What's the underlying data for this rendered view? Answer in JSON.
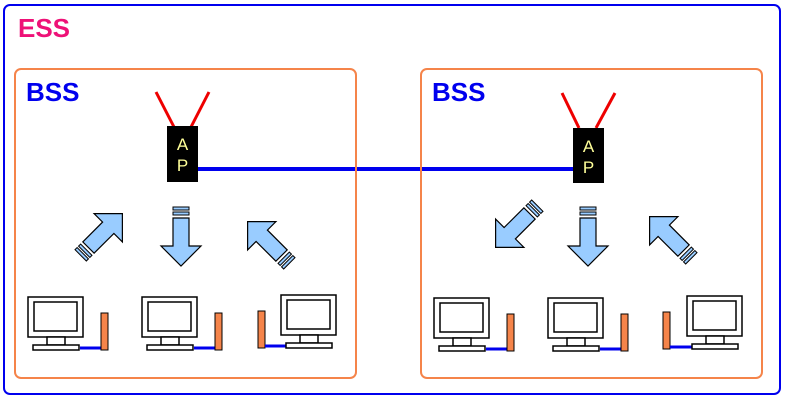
{
  "ess": {
    "label": "ESS",
    "label_color": "#ee1177",
    "border_color": "#0000ee"
  },
  "bss": [
    {
      "label": "BSS",
      "ap": {
        "line1": "A",
        "line2": "P"
      },
      "arrows": [
        "up-right",
        "down",
        "up-left"
      ]
    },
    {
      "label": "BSS",
      "ap": {
        "line1": "A",
        "line2": "P"
      },
      "arrows": [
        "down-left",
        "down",
        "up-left"
      ]
    }
  ],
  "colors": {
    "bss_label": "#0000ee",
    "bss_border": "#f5844a",
    "link": "#0000ee",
    "antenna": "#ee0000",
    "ap_body": "#000000",
    "ap_text": "#ffff99",
    "arrow_fill": "#99ccff",
    "adapter": "#f5844a"
  }
}
